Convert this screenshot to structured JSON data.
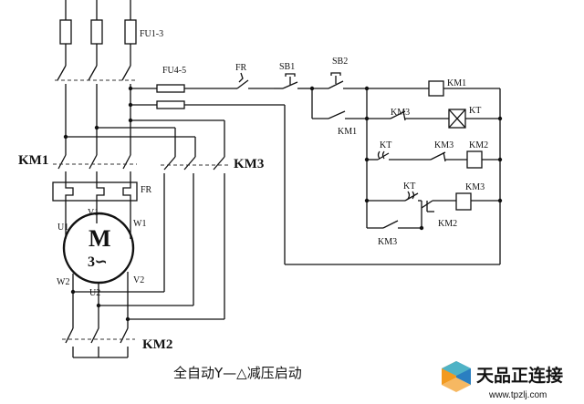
{
  "labels": {
    "fu13": "FU1-3",
    "fu45": "FU4-5",
    "fr_top": "FR",
    "sb1": "SB1",
    "sb2": "SB2",
    "km1_main": "KM1",
    "km3_main": "KM3",
    "km2_main": "KM2",
    "fr_main": "FR",
    "u1": "U1",
    "v1": "V1",
    "w1": "W1",
    "w2": "W2",
    "u2": "U2",
    "v2": "V2",
    "motor_m": "M",
    "motor_phase": "3∽",
    "ctrl_km1_coil": "KM1",
    "ctrl_km1_aux": "KM1",
    "ctrl_km3_nc": "KM3",
    "ctrl_kt_coil": "KT",
    "ctrl_kt_contact1": "KT",
    "ctrl_km3_nc2": "KM3",
    "ctrl_km2_coil": "KM2",
    "ctrl_kt_contact2": "KT",
    "ctrl_km3_coil": "KM3",
    "ctrl_km2_nc": "KM2",
    "ctrl_km3_aux": "KM3"
  },
  "caption": "全自动Y—△减压启动",
  "watermark": {
    "brand": "天品正连接",
    "url": "www.tpzlj.com"
  },
  "colors": {
    "logo_orange": "#f29a1f",
    "logo_blue": "#2a7fc1",
    "logo_teal": "#4fb3c6"
  }
}
